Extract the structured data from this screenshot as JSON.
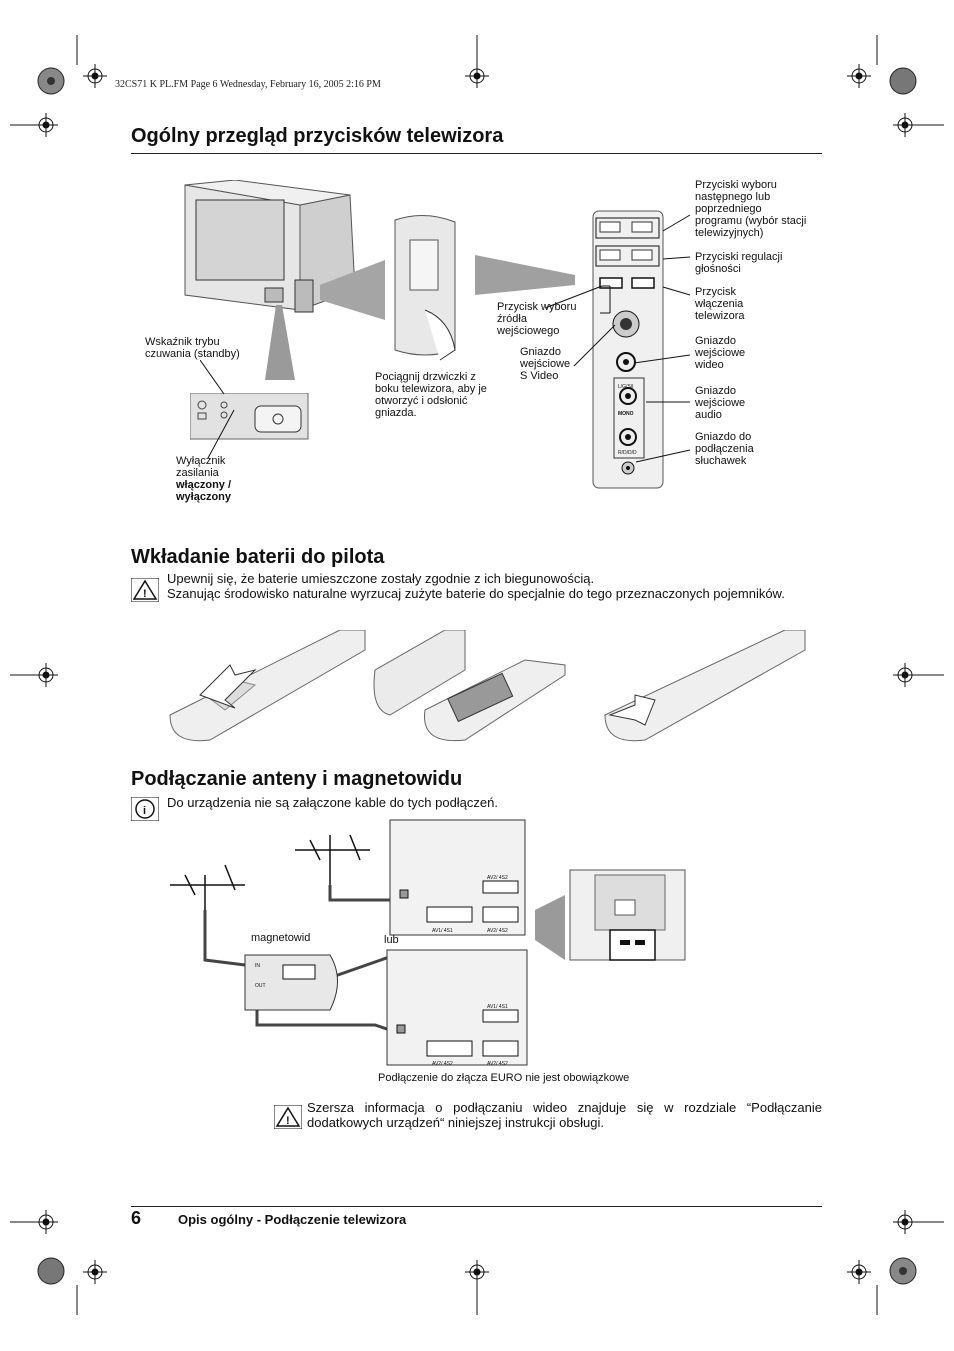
{
  "print_header": "32CS71 K PL.FM  Page 6  Wednesday, February 16, 2005  2:16 PM",
  "sections": {
    "overview": {
      "title": "Ogólny przegląd przycisków telewizora",
      "labels": {
        "standby": "Wskaźnik trybu czuwania (standby)",
        "power_prefix": "Wyłącznik zasilania",
        "power_bold": "włączony / wyłączony",
        "door": "Pociągnij drzwiczki z boku telewizora, aby je otworzyć i odsłonić gniazda.",
        "input_select": "Przycisk wyboru źródła wejściowego",
        "svideo": "Gniazdo wejściowe S Video",
        "program": "Przyciski wyboru następnego lub poprzedniego programu (wybór stacji telewizyjnych)",
        "volume": "Przyciski regulacji głośności",
        "power_on": "Przycisk włączenia telewizora",
        "video_in": "Gniazdo wejściowe wideo",
        "audio_in": "Gniazdo wejściowe audio",
        "headphones": "Gniazdo do podłączenia słuchawek"
      },
      "panel_text": {
        "lr": "L/G/S/I",
        "mono": "MONO",
        "rd": "R/D/D/D"
      }
    },
    "batteries": {
      "title": "Wkładanie baterii do pilota",
      "note_line1": "Upewnij się, że baterie umieszczone zostały zgodnie z ich biegunowością.",
      "note_line2": "Szanując środowisko naturalne wyrzucaj zużyte baterie do specjalnie do tego przeznaczonych pojemników."
    },
    "antenna": {
      "title": "Podłączanie anteny i magnetowidu",
      "note": "Do urządzenia nie są załączone kable do tych podłączeń.",
      "label_vcr": "magnetowid",
      "label_or": "lub",
      "caption": "Podłączenie do złącza EURO nie jest obowiązkowe",
      "connector_labels": [
        "AV1/ 4S1",
        "AV2/ 4S2",
        "AV2/ 4S2",
        "AV1/ 4S1",
        "AV2/ 4S2",
        "AV2/ 4S2"
      ],
      "vcr_text": [
        "IN",
        "OUT"
      ]
    },
    "further_info": {
      "text": "Szersza informacja o podłączaniu wideo znajduje się w rozdziale “Podłączanie dodatkowych urządzeń“ niniejszej instrukcji obsługi."
    }
  },
  "footer": {
    "page_number": "6",
    "text": "Opis ogólny  -  Podłączenie telewizora"
  },
  "icons": [
    "warning-icon",
    "info-icon",
    "crop-mark-icon",
    "registration-target-icon"
  ]
}
